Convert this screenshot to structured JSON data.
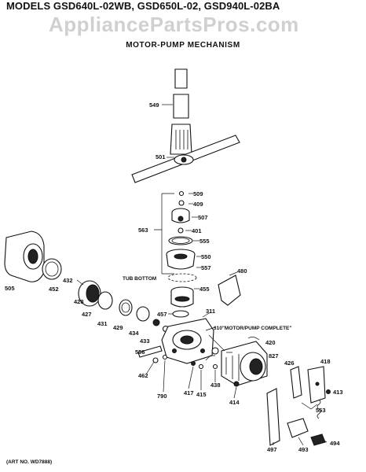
{
  "header": {
    "models": "MODELS GSD640L-02WB, GSD650L-02, GSD940L-02BA",
    "watermark": "AppliancePartsPros.com",
    "subtitle": "MOTOR-PUMP MECHANISM"
  },
  "footer": {
    "art_no": "(ART NO. WD7888)"
  },
  "notes": {
    "tub_bottom": "TUB BOTTOM",
    "motor_pump_complete": "310\"MOTOR/PUMP COMPLETE\""
  },
  "parts": {
    "p549": "549",
    "p501": "501",
    "p509": "509",
    "p409": "409",
    "p563": "563",
    "p507": "507",
    "p401": "401",
    "p555": "555",
    "p550": "550",
    "p557": "557",
    "p480": "480",
    "p505": "505",
    "p452": "452",
    "p432": "432",
    "p428": "428",
    "p455": "455",
    "p427": "427",
    "p431": "431",
    "p429": "429",
    "p434": "434",
    "p457": "457",
    "p311": "311",
    "p433": "433",
    "p420": "420",
    "p556": "556",
    "p827": "827",
    "p426": "426",
    "p418": "418",
    "p462": "462",
    "p438": "438",
    "p413": "413",
    "p790": "790",
    "p417": "417",
    "p415": "415",
    "p414": "414",
    "p553": "553",
    "p497": "497",
    "p493": "493",
    "p494": "494"
  }
}
